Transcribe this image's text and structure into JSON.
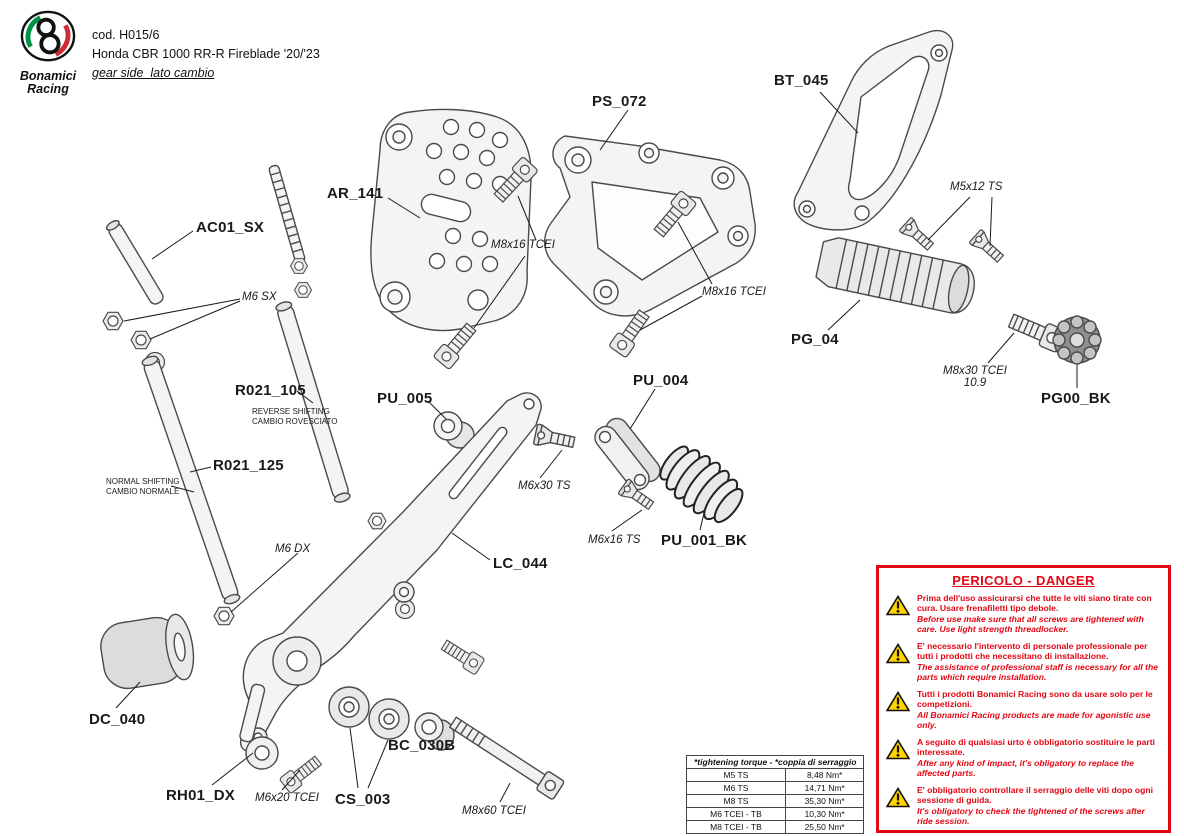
{
  "brand": {
    "line1": "Bonamici",
    "line2": "Racing"
  },
  "header": {
    "code": "cod. H015/6",
    "model": "Honda CBR 1000 RR-R Fireblade '20/'23",
    "variant": "gear side_lato cambio"
  },
  "labels": {
    "ac01_sx": "AC01_SX",
    "m6_sx": "M6 SX",
    "ar_141": "AR_141",
    "ps_072": "PS_072",
    "bt_045": "BT_045",
    "m8x16_tcei_left": "M8x16 TCEI",
    "m8x16_tcei_right": "M8x16 TCEI",
    "m5x12_ts": "M5x12 TS",
    "pg_04": "PG_04",
    "m8x30_tcei": "M8x30 TCEI",
    "m8x30_grade": "10.9",
    "pg00_bk": "PG00_BK",
    "r021_105": "R021_105",
    "r021_105_sub1": "REVERSE SHIFTING",
    "r021_105_sub2": "CAMBIO ROVESCIATO",
    "pu_005": "PU_005",
    "pu_004": "PU_004",
    "r021_125": "R021_125",
    "r021_125_sub1": "NORMAL SHIFTING",
    "r021_125_sub2": "CAMBIO NORMALE",
    "m6x30_ts": "M6x30 TS",
    "m6x16_ts": "M6x16 TS",
    "pu_001_bk": "PU_001_BK",
    "m6_dx": "M6 DX",
    "lc_044": "LC_044",
    "dc_040": "DC_040",
    "rh01_dx": "RH01_DX",
    "m6x20_tcei": "M6x20 TCEI",
    "cs_003": "CS_003",
    "bc_030b": "BC_030B",
    "m8x60_tcei": "M8x60 TCEI"
  },
  "danger": {
    "title": "PERICOLO - DANGER",
    "warnings": [
      {
        "it": "Prima dell'uso assicurarsi che tutte le viti siano tirate con cura. Usare frenafiletti tipo debole.",
        "en": "Before use make sure that all screws are tightened with care. Use light strength threadlocker."
      },
      {
        "it": "E' necessario l'intervento di personale professionale per tutti i prodotti che necessitano di installazione.",
        "en": "The assistance of professional staff is necessary for all the parts which require installation."
      },
      {
        "it": "Tutti i prodotti Bonamici Racing sono da usare solo per le competizioni.",
        "en": "All Bonamici Racing products are made for agonistic use only."
      },
      {
        "it": "A seguito di qualsiasi urto è obbligatorio sostituire le parti interessate.",
        "en": "After any kind of impact, it's obligatory to replace the affected parts."
      },
      {
        "it": "E' obbligatorio controllare il serraggio delle viti dopo ogni sessione di guida.",
        "en": "It's obligatory to check the tightened of the screws after ride session."
      }
    ]
  },
  "torque_table": {
    "title": "*tightening torque - *coppia di serraggio",
    "rows": [
      {
        "size": "M5 TS",
        "torque": "8,48 Nm*"
      },
      {
        "size": "M6 TS",
        "torque": "14,71 Nm*"
      },
      {
        "size": "M8 TS",
        "torque": "35,30 Nm*"
      },
      {
        "size": "M6 TCEI - TB",
        "torque": "10,30 Nm*"
      },
      {
        "size": "M8 TCEI - TB",
        "torque": "25,50 Nm*"
      }
    ]
  },
  "colors": {
    "danger_red": "#e30613",
    "warning_yellow": "#FFD200"
  }
}
